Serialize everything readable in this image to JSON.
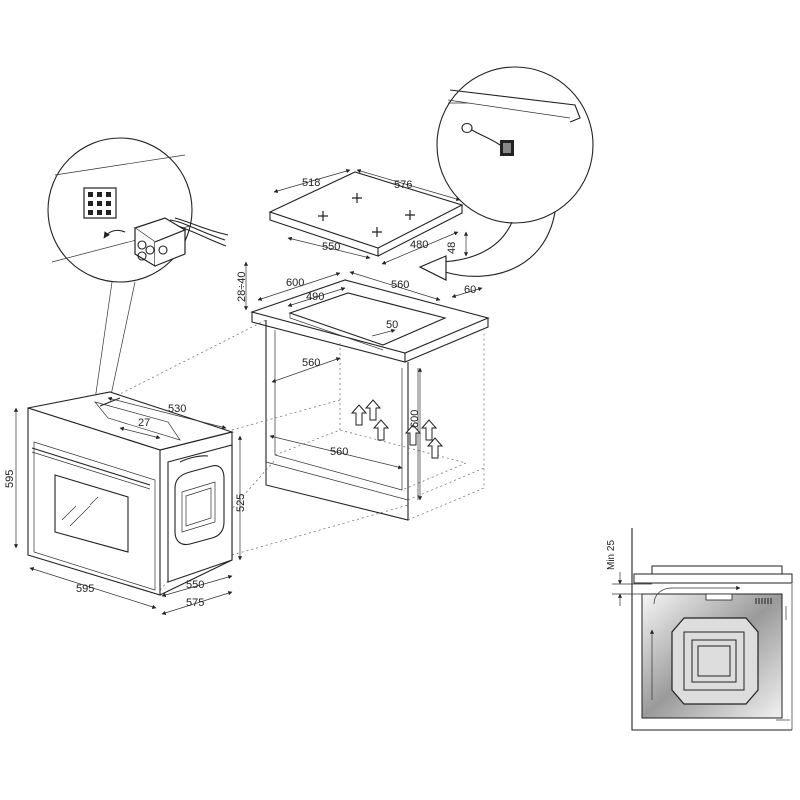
{
  "dimensions": {
    "hob_depth": "518",
    "hob_width": "576",
    "hob_cutout_width": "550",
    "hob_cutout_depth": "480",
    "hob_height": "48",
    "worktop_depth": "600",
    "worktop_cutout": "560",
    "worktop_thickness": "28÷40",
    "cutout_depth_490": "490",
    "clearance_50": "50",
    "clearance_60": "60",
    "cabinet_width_upper": "560",
    "cabinet_width_lower": "560",
    "cabinet_height": "600",
    "oven_depth": "530",
    "oven_panel": "27",
    "oven_height": "595",
    "oven_body_height": "525",
    "oven_width": "595",
    "oven_body_width": "550",
    "oven_total_width": "575"
  },
  "side_view": {
    "min_label": "Min 25"
  },
  "colors": {
    "line": "#222222",
    "gray_fill": "#e9e9e9"
  }
}
